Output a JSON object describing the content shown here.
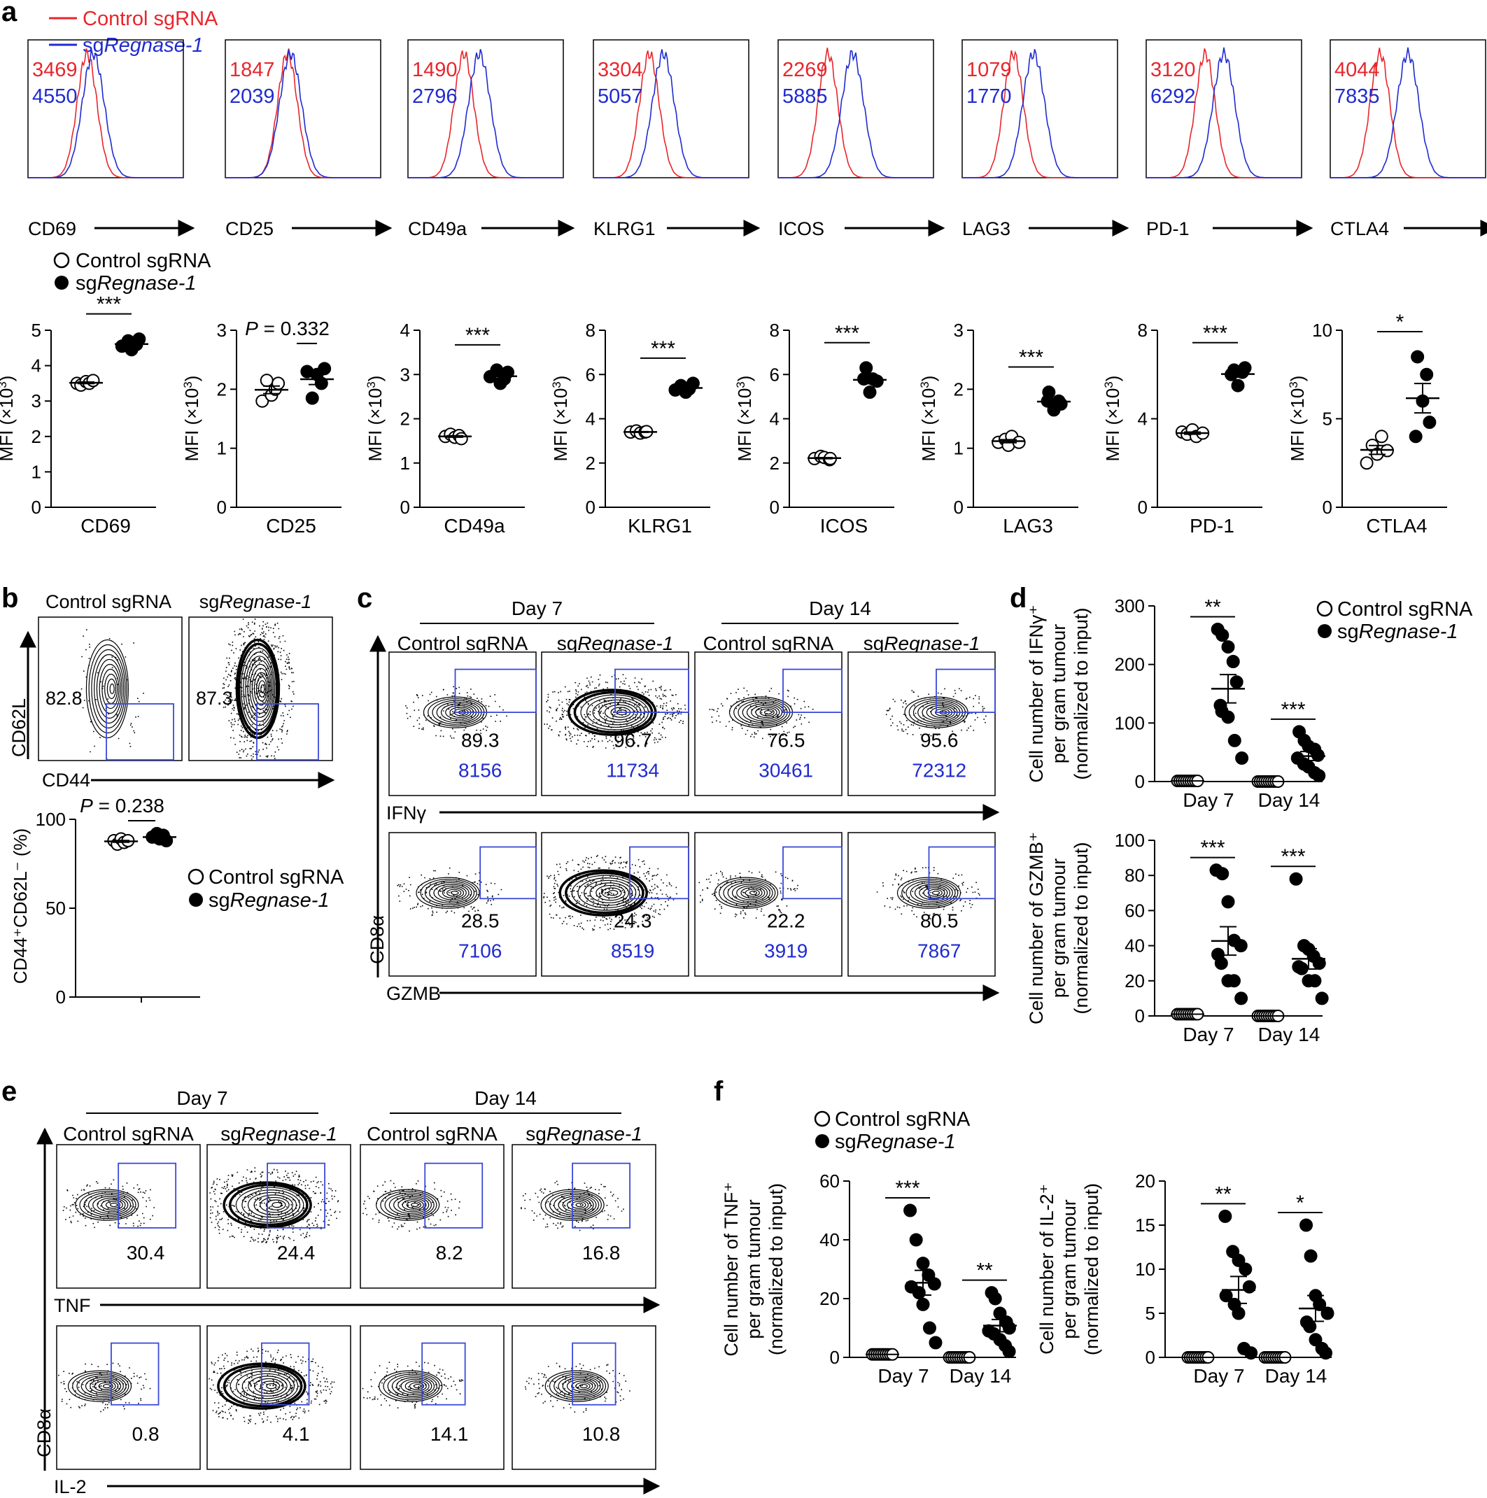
{
  "colors": {
    "control": "#e8262c",
    "regnase": "#1f2bd0",
    "gate": "#3b49d6",
    "black": "#000000"
  },
  "legend": {
    "control": "Control sgRNA",
    "regnase_prefix": "sg",
    "regnase_italic": "Regnase-1"
  },
  "panel_letters": {
    "a": "a",
    "b": "b",
    "c": "c",
    "d": "d",
    "e": "e",
    "f": "f"
  },
  "panel_a": {
    "hist": [
      {
        "marker": "CD69",
        "red": "3469",
        "blue": "4550"
      },
      {
        "marker": "CD25",
        "red": "1847",
        "blue": "2039"
      },
      {
        "marker": "CD49a",
        "red": "1490",
        "blue": "2796"
      },
      {
        "marker": "KLRG1",
        "red": "3304",
        "blue": "5057"
      },
      {
        "marker": "ICOS",
        "red": "2269",
        "blue": "5885"
      },
      {
        "marker": "LAG3",
        "red": "1079",
        "blue": "1770"
      },
      {
        "marker": "PD-1",
        "red": "3120",
        "blue": "6292"
      },
      {
        "marker": "CTLA4",
        "red": "4044",
        "blue": "7835"
      }
    ],
    "ylabel_prefix": "MFI (×10",
    "ylabel_sup": "3",
    "ylabel_suffix": ")"
  },
  "panel_b": {
    "cols": [
      "Control sgRNA",
      "sgRegnase-1"
    ],
    "gates": [
      "82.8",
      "87.3"
    ],
    "ylabel": "CD62L",
    "xlabel": "CD44",
    "stat": "P = 0.238",
    "ylabel_plot": "CD44⁺CD62L⁻ (%)"
  },
  "panel_c": {
    "days": [
      "Day 7",
      "Day 14"
    ],
    "cols": [
      "Control sgRNA",
      "sgRegnase-1",
      "Control sgRNA",
      "sgRegnase-1"
    ],
    "row1": {
      "pct": [
        "89.3",
        "96.7",
        "76.5",
        "95.6"
      ],
      "mfi": [
        "8156",
        "11734",
        "30461",
        "72312"
      ],
      "xlabel": "IFNγ"
    },
    "row2": {
      "pct": [
        "28.5",
        "24.3",
        "22.2",
        "80.5"
      ],
      "mfi": [
        "7106",
        "8519",
        "3919",
        "7867"
      ],
      "xlabel": "GZMB"
    },
    "ylabel": "CD8α"
  },
  "panel_d": {
    "ylabel1": [
      "Cell number of IFNγ⁺",
      "per gram tumour",
      "(normalized to input)"
    ],
    "ylabel2": [
      "Cell number of GZMB⁺",
      "per gram tumour",
      "(normalized to input)"
    ]
  },
  "panel_e": {
    "days": [
      "Day 7",
      "Day 14"
    ],
    "cols": [
      "Control sgRNA",
      "sgRegnase-1",
      "Control sgRNA",
      "sgRegnase-1"
    ],
    "row1": {
      "pct": [
        "30.4",
        "24.4",
        "8.2",
        "16.8"
      ],
      "xlabel": "TNF"
    },
    "row2": {
      "pct": [
        "0.8",
        "4.1",
        "14.1",
        "10.8"
      ],
      "xlabel": "IL-2"
    },
    "ylabel": "CD8α"
  },
  "panel_f": {
    "ylabel1": [
      "Cell number of TNF⁺",
      "per gram tumour",
      "(normalized to input)"
    ],
    "ylabel2": [
      "Cell number of IL-2⁺",
      "per gram tumour",
      "(normalized to input)"
    ]
  },
  "chart_data": [
    {
      "type": "scatter",
      "panel": "a",
      "category": "CD69",
      "ylim": [
        0,
        5
      ],
      "yticks": [
        0,
        1,
        2,
        3,
        4,
        5
      ],
      "stat": "***",
      "control": [
        3.5,
        3.45,
        3.55,
        3.5,
        3.58
      ],
      "regnase": [
        4.55,
        4.7,
        4.45,
        4.6,
        4.75
      ]
    },
    {
      "type": "scatter",
      "panel": "a",
      "category": "CD25",
      "ylim": [
        0,
        3
      ],
      "yticks": [
        0,
        1,
        2,
        3
      ],
      "stat": "P = 0.332",
      "control": [
        1.8,
        2.15,
        1.9,
        2.0,
        2.1
      ],
      "regnase": [
        2.3,
        1.85,
        2.25,
        2.1,
        2.35
      ]
    },
    {
      "type": "scatter",
      "panel": "a",
      "category": "CD49a",
      "ylim": [
        0,
        4
      ],
      "yticks": [
        0,
        1,
        2,
        3,
        4
      ],
      "stat": "***",
      "control": [
        1.6,
        1.65,
        1.58,
        1.62,
        1.55
      ],
      "regnase": [
        2.95,
        3.1,
        2.8,
        2.9,
        3.05
      ]
    },
    {
      "type": "scatter",
      "panel": "a",
      "category": "KLRG1",
      "ylim": [
        0,
        8
      ],
      "yticks": [
        0,
        2,
        4,
        6,
        8
      ],
      "stat": "***",
      "control": [
        3.4,
        3.45,
        3.35,
        3.4,
        3.42
      ],
      "regnase": [
        5.3,
        5.5,
        5.2,
        5.35,
        5.6
      ]
    },
    {
      "type": "scatter",
      "panel": "a",
      "category": "ICOS",
      "ylim": [
        0,
        8
      ],
      "yticks": [
        0,
        2,
        4,
        6,
        8
      ],
      "stat": "***",
      "control": [
        2.2,
        2.3,
        2.25,
        2.15,
        2.2
      ],
      "regnase": [
        5.8,
        6.3,
        5.2,
        5.8,
        5.7
      ]
    },
    {
      "type": "scatter",
      "panel": "a",
      "category": "LAG3",
      "ylim": [
        0,
        3
      ],
      "yticks": [
        0,
        1,
        2,
        3
      ],
      "stat": "***",
      "control": [
        1.1,
        1.15,
        1.05,
        1.2,
        1.1
      ],
      "regnase": [
        1.8,
        1.95,
        1.65,
        1.8,
        1.75
      ]
    },
    {
      "type": "scatter",
      "panel": "a",
      "category": "PD-1",
      "ylim": [
        0,
        8
      ],
      "yticks": [
        0,
        4,
        8
      ],
      "stat": "***",
      "control": [
        3.4,
        3.3,
        3.5,
        3.2,
        3.35
      ],
      "regnase": [
        6.0,
        6.2,
        5.5,
        6.1,
        6.3
      ]
    },
    {
      "type": "scatter",
      "panel": "a",
      "category": "CTLA4",
      "ylim": [
        0,
        10
      ],
      "yticks": [
        0,
        5,
        10
      ],
      "stat": "*",
      "control": [
        2.5,
        3.5,
        3.0,
        4.0,
        3.2
      ],
      "regnase": [
        4.0,
        8.5,
        6.0,
        7.5,
        4.8
      ]
    },
    {
      "type": "scatter",
      "panel": "b",
      "category": "",
      "ylim": [
        0,
        100
      ],
      "yticks": [
        0,
        50,
        100
      ],
      "stat": "P = 0.238",
      "control": [
        88,
        86,
        89,
        87,
        88
      ],
      "regnase": [
        90,
        92,
        89,
        91,
        88
      ]
    },
    {
      "type": "scatter",
      "panel": "d-top",
      "categories": [
        "Day 7",
        "Day 14"
      ],
      "ylim": [
        0,
        300
      ],
      "yticks": [
        0,
        100,
        200,
        300
      ],
      "stats": [
        "**",
        "***"
      ],
      "control": [
        [
          1,
          1,
          1,
          1,
          1,
          1,
          1,
          1,
          1,
          1
        ],
        [
          0,
          0,
          0,
          0,
          0,
          0,
          0,
          0,
          0,
          0
        ]
      ],
      "regnase": [
        [
          260,
          250,
          230,
          205,
          170,
          130,
          120,
          110,
          70,
          40
        ],
        [
          85,
          70,
          60,
          55,
          45,
          40,
          30,
          25,
          15,
          10
        ]
      ]
    },
    {
      "type": "scatter",
      "panel": "d-bottom",
      "categories": [
        "Day 7",
        "Day 14"
      ],
      "ylim": [
        0,
        100
      ],
      "yticks": [
        0,
        20,
        40,
        60,
        80,
        100
      ],
      "stats": [
        "***",
        "***"
      ],
      "control": [
        [
          1,
          1,
          1,
          1,
          1,
          1,
          1,
          1,
          1,
          1
        ],
        [
          0,
          0,
          0,
          0,
          0,
          0,
          0,
          0,
          0,
          0
        ]
      ],
      "regnase": [
        [
          83,
          81,
          65,
          43,
          40,
          35,
          30,
          20,
          20,
          10
        ],
        [
          78,
          40,
          38,
          34,
          30,
          28,
          27,
          20,
          20,
          10
        ]
      ]
    },
    {
      "type": "scatter",
      "panel": "f-left",
      "categories": [
        "Day 7",
        "Day 14"
      ],
      "ylim": [
        0,
        60
      ],
      "yticks": [
        0,
        20,
        40,
        60
      ],
      "stats": [
        "***",
        "**"
      ],
      "control": [
        [
          1,
          1,
          1,
          1,
          1,
          1,
          1,
          1,
          1,
          1
        ],
        [
          0,
          0,
          0,
          0,
          0,
          0,
          0,
          0,
          0,
          0
        ]
      ],
      "regnase": [
        [
          50,
          40,
          32,
          28,
          25,
          24,
          22,
          18,
          10,
          5
        ],
        [
          22,
          20,
          15,
          12,
          10,
          9,
          8,
          6,
          4,
          2
        ]
      ]
    },
    {
      "type": "scatter",
      "panel": "f-right",
      "categories": [
        "Day 7",
        "Day 14"
      ],
      "ylim": [
        0,
        20
      ],
      "yticks": [
        0,
        5,
        10,
        15,
        20
      ],
      "stats": [
        "**",
        "*"
      ],
      "control": [
        [
          0,
          0,
          0,
          0,
          0,
          0,
          0,
          0,
          0,
          0
        ],
        [
          0,
          0,
          0,
          0,
          0,
          0,
          0,
          0,
          0,
          0
        ]
      ],
      "regnase": [
        [
          16,
          12,
          11,
          10,
          8,
          7,
          6,
          5,
          1,
          0.5
        ],
        [
          15,
          11.5,
          7,
          6,
          5,
          4,
          3.5,
          2,
          1,
          0.5
        ]
      ]
    }
  ]
}
